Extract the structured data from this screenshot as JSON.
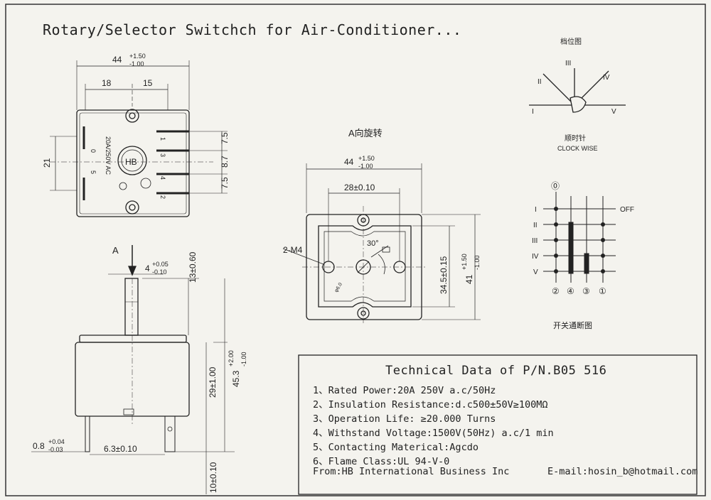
{
  "title": "Rotary/Selector Switchch for Air-Conditioner...",
  "top_view": {
    "dim_width": "44",
    "dim_width_tol_plus": "+1.50",
    "dim_width_tol_minus": "-1.00",
    "dim_left": "18",
    "dim_right": "15",
    "dim_height_left": "21",
    "dim_pitch": "7.5",
    "dim_pitch_mid": "8.7",
    "dim_pitch_top": "7.5",
    "label_rating": "20A/250V AC",
    "logo_text": "HB",
    "terminal_0": "0",
    "terminal_5": "5",
    "terminal_1": "1",
    "terminal_3": "3",
    "terminal_4": "4",
    "terminal_2": "2"
  },
  "side_view": {
    "view_label": "A",
    "dim_shaft_offset": "4",
    "dim_shaft_offset_tol_plus": "+0.05",
    "dim_shaft_offset_tol_minus": "-0.10",
    "dim_shaft_len": "13±0.60",
    "dim_total": "45.3",
    "dim_total_tol_plus": "+2.00",
    "dim_total_tol_minus": "-1.00",
    "dim_body": "29±1.00",
    "dim_tab_thk": "0.8",
    "dim_tab_thk_tol_plus": "+0.04",
    "dim_tab_thk_tol_minus": "-0.03",
    "dim_tab_pos": "6.3±0.10",
    "dim_tab_len": "10±0.10"
  },
  "a_view": {
    "heading": "A向旋转",
    "dim_width": "44",
    "dim_width_tol_plus": "+1.50",
    "dim_width_tol_minus": "-1.00",
    "dim_hole_pitch": "28±0.10",
    "dim_inner_h": "34.5±0.15",
    "dim_outer_h": "41",
    "dim_outer_h_tol_plus": "+1.50",
    "dim_outer_h_tol_minus": "-1.00",
    "label_screw": "2-M4",
    "label_angle": "30°",
    "label_shaft": "φ6.0"
  },
  "position_diagram": {
    "heading": "档位图",
    "positions": [
      "I",
      "II",
      "III",
      "IV",
      "V"
    ],
    "direction_cn": "顺时针",
    "direction_en": "CLOCK WISE"
  },
  "switching_diagram": {
    "heading": "开关通断图",
    "rows": [
      "I",
      "II",
      "III",
      "IV",
      "V"
    ],
    "off_label": "OFF",
    "top_col": "⓪",
    "bottom_cols": [
      "②",
      "④",
      "③",
      "①"
    ]
  },
  "tech": {
    "title": "Technical Data of P/N.B05 516",
    "specs": [
      "1、Rated Power:20A 250V a.c/50Hz",
      "2、Insulation Resistance:d.c500±50V≥100MΩ",
      "3、Operation Life:  ≥20.000 Turns",
      "4、Withstand Voltage:1500V(50Hz) a.c/1 min",
      "5、Contacting Materical:Agcdo",
      "6、Flame Class:UL 94-V-0"
    ],
    "from": "From:HB International Business Inc",
    "email": "E-mail:hosin_b@hotmail.com"
  },
  "colors": {
    "paper": "#f4f3ee",
    "ink": "#222222"
  }
}
